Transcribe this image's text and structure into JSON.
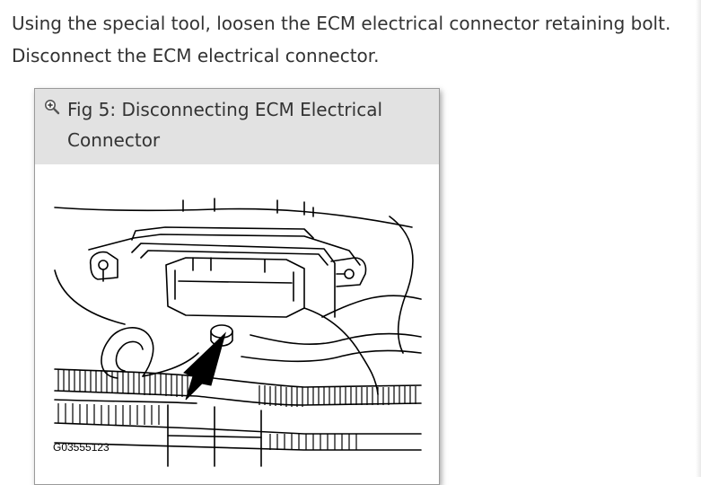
{
  "instructions": {
    "line1": "Using the special tool, loosen the ECM electrical connector retaining bolt.",
    "line2": "Disconnect the ECM electrical connector."
  },
  "figure": {
    "caption": "Fig 5: Disconnecting ECM Electrical Connector",
    "zoom_icon": "magnifier-plus-icon",
    "code": "G03555123"
  },
  "colors": {
    "text": "#333333",
    "header_bg": "#e2e2e2",
    "border": "#9a9a9a"
  }
}
